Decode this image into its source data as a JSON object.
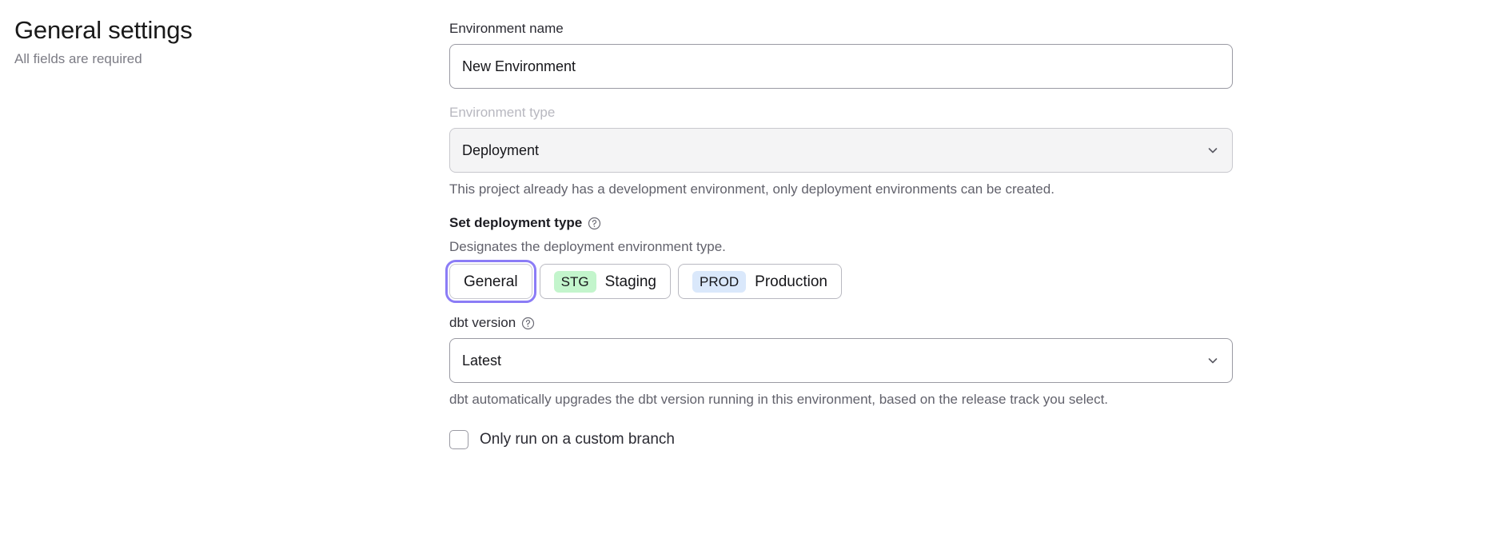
{
  "header": {
    "title": "General settings",
    "subtitle": "All fields are required"
  },
  "form": {
    "environment_name": {
      "label": "Environment name",
      "value": "New Environment",
      "placeholder": "Environment name"
    },
    "environment_type": {
      "label": "Environment type",
      "value": "Deployment",
      "disabled": true,
      "chevron_icon": "chevron-down-icon",
      "help_text": "This project already has a development environment, only deployment environments can be created."
    },
    "deployment_type": {
      "label": "Set deployment type",
      "help_icon": "question-circle-icon",
      "description": "Designates the deployment environment type.",
      "options": [
        {
          "label": "General",
          "badge": "",
          "badge_kind": "",
          "selected": true
        },
        {
          "label": "Staging",
          "badge": "STG",
          "badge_kind": "stg",
          "selected": false
        },
        {
          "label": "Production",
          "badge": "PROD",
          "badge_kind": "prod",
          "selected": false
        }
      ]
    },
    "dbt_version": {
      "label": "dbt version",
      "help_icon": "question-circle-icon",
      "value": "Latest",
      "chevron_icon": "chevron-down-icon",
      "help_text": "dbt automatically upgrades the dbt version running in this environment, based on the release track you select."
    },
    "custom_branch": {
      "label": "Only run on a custom branch",
      "checked": false
    }
  },
  "colors": {
    "focus_ring": "#8b7cf6",
    "badge_stg_bg": "#c3f5cc",
    "badge_prod_bg": "#dae8fb",
    "disabled_field_bg": "#f4f4f5",
    "muted_text": "#62626c"
  }
}
